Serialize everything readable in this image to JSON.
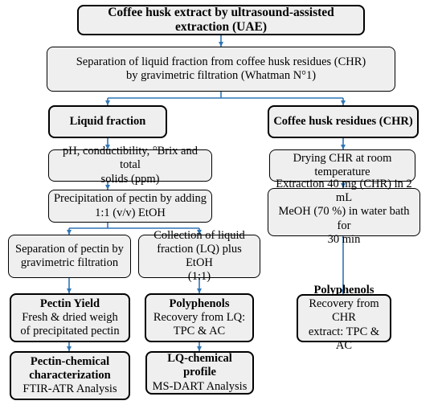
{
  "nodes": {
    "uae": {
      "line1": "Coffee husk extract by ultrasound-assisted extraction (UAE)"
    },
    "separation": {
      "line1": "Separation of liquid fraction from coffee husk residues (CHR)",
      "line2": "by gravimetric filtration (Whatman N°1)"
    },
    "liquid_fraction": {
      "line1": "Liquid fraction"
    },
    "chr": {
      "line1": "Coffee husk residues (CHR)"
    },
    "ph": {
      "line1": "pH, conductibility, °Brix and total",
      "line2": "solids (ppm)"
    },
    "drying": {
      "line1": "Drying CHR at room",
      "line2": "temperature"
    },
    "precipitation": {
      "line1": "Precipitation of pectin by adding",
      "line2": "1:1 (v/v) EtOH"
    },
    "extraction": {
      "line1": "Extraction 40 mg (CHR) in 2 mL",
      "line2": "MeOH (70 %) in water bath for",
      "line3": "30 min"
    },
    "sep_pectin": {
      "line1": "Separation of pectin by",
      "line2": "gravimetric filtration"
    },
    "collection": {
      "line1": "Collection of liquid",
      "line2": "fraction (LQ) plus EtOH",
      "line3": "(1:1)"
    },
    "pectin_yield": {
      "title": "Pectin Yield",
      "line1": "Fresh & dried weigh",
      "line2": "of precipitated pectin"
    },
    "polyphenols_lq": {
      "title": "Polyphenols",
      "line1": "Recovery from LQ:",
      "line2": "TPC & AC"
    },
    "polyphenols_chr": {
      "title": "Polyphenols",
      "line1": "Recovery from CHR",
      "line2": "extract: TPC & AC"
    },
    "pectin_char": {
      "title1": "Pectin-chemical",
      "title2": "characterization",
      "line1": "FTIR-ATR Analysis"
    },
    "lq_profile": {
      "title": "LQ-chemical profile",
      "line1": "MS-DART Analysis"
    }
  },
  "colors": {
    "arrow": "#2f75b5",
    "box_fill": "#efefef",
    "border": "#000000"
  }
}
